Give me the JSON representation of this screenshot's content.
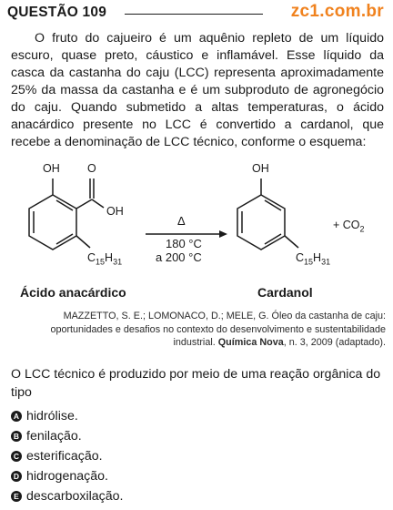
{
  "header": {
    "question_label": "QUESTÃO 109",
    "site": "zc1.com.br",
    "accent_color": "#f0821e"
  },
  "statement": "O fruto do cajueiro é um aquênio repleto de um líquido escuro, quase preto, cáustico e inflamável. Esse líquido da casca da castanha do caju (LCC) representa aproximadamente 25% da massa da castanha e é um subproduto de agronegócio do caju. Quando submetido a altas temperaturas, o ácido anacárdico presente no LCC é convertido a cardanol, que recebe a denominação de LCC técnico, conforme o esquema:",
  "scheme": {
    "reactant": {
      "name": "Ácido anacárdico",
      "oh_top": "OH",
      "o_carbonyl": "O",
      "oh_acid": "OH",
      "chain_main": "C",
      "chain_sub1": "15",
      "chain_h": "H",
      "chain_sub2": "31"
    },
    "arrow": {
      "symbol": "Δ",
      "condition_1": "180 °C",
      "condition_2": "a 200 °C"
    },
    "product": {
      "name": "Cardanol",
      "oh_top": "OH",
      "chain_main": "C",
      "chain_sub1": "15",
      "chain_h": "H",
      "chain_sub2": "31"
    },
    "byproduct": {
      "prefix": "+ CO",
      "sub": "2"
    }
  },
  "reference": {
    "authors_title": "MAZZETTO, S. E.; LOMONACO, D.; MELE, G. Óleo da castanha de caju: oportunidades e desafios no contexto do desenvolvimento e sustentabilidade industrial.",
    "journal": "Química Nova",
    "details": ", n. 3, 2009 (adaptado)."
  },
  "question": "O LCC técnico é produzido por meio de uma reação orgânica do tipo",
  "options": [
    {
      "letter": "A",
      "text": "hidrólise."
    },
    {
      "letter": "B",
      "text": "fenilação."
    },
    {
      "letter": "C",
      "text": "esterificação."
    },
    {
      "letter": "D",
      "text": "hidrogenação."
    },
    {
      "letter": "E",
      "text": "descarboxilação."
    }
  ]
}
